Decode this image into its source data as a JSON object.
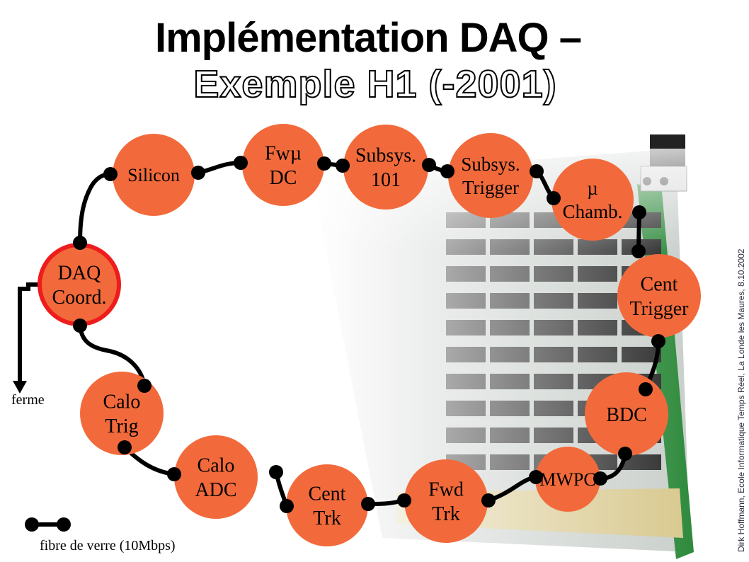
{
  "title": {
    "line1": "Implémentation DAQ –",
    "line2": "Exemple H1 (-2001)"
  },
  "sidebar_note": "Dirk Hoffmann, Ecole Informatique Temps Réel, La Londe les Maures, 8.10.2002",
  "legend": {
    "label": "fibre de verre (10Mbps)"
  },
  "output": {
    "label": "ferme"
  },
  "colors": {
    "node_fill": "#f26a3b",
    "node_highlight": "#ee1c1c",
    "fiber": "#000000",
    "board": "#2e8a3c"
  },
  "nodes": [
    {
      "id": "silicon",
      "lines": [
        "Silicon"
      ]
    },
    {
      "id": "fwmu-dc",
      "lines": [
        "Fwµ",
        "DC"
      ]
    },
    {
      "id": "subsys-101",
      "lines": [
        "Subsys.",
        "101"
      ]
    },
    {
      "id": "subsys-trigger",
      "lines": [
        "Subsys.",
        "Trigger"
      ]
    },
    {
      "id": "mu-chamb",
      "lines": [
        "µ",
        "Chamb."
      ]
    },
    {
      "id": "cent-trigger",
      "lines": [
        "Cent",
        "Trigger"
      ]
    },
    {
      "id": "bdc",
      "lines": [
        "BDC"
      ]
    },
    {
      "id": "mwpc",
      "lines": [
        "MWPC"
      ]
    },
    {
      "id": "fwd-trk",
      "lines": [
        "Fwd",
        "Trk"
      ]
    },
    {
      "id": "cent-trk",
      "lines": [
        "Cent",
        "Trk"
      ]
    },
    {
      "id": "calo-adc",
      "lines": [
        "Calo",
        "ADC"
      ]
    },
    {
      "id": "calo-trig",
      "lines": [
        "Calo",
        "Trig"
      ]
    },
    {
      "id": "daq-coord",
      "lines": [
        "DAQ",
        "Coord."
      ],
      "highlight": true
    }
  ]
}
